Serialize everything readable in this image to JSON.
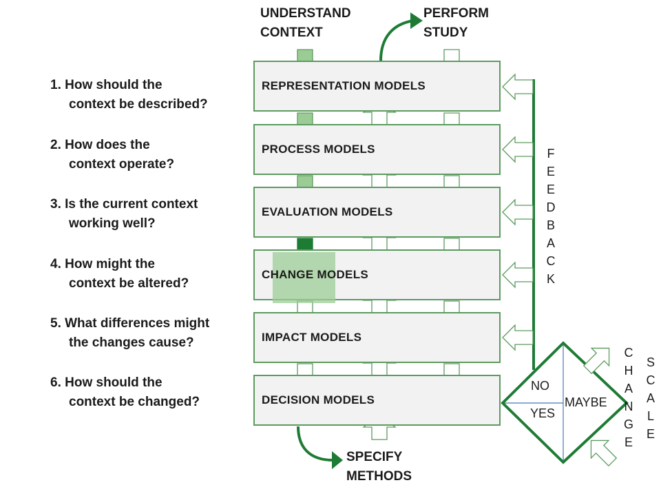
{
  "questions": [
    {
      "line1": "1. How should the",
      "line2": "context be described?"
    },
    {
      "line1": "2.  How does the",
      "line2": "context operate?"
    },
    {
      "line1": "3.  Is the current context",
      "line2": "working well?"
    },
    {
      "line1": "4.  How might the",
      "line2": "context be altered?"
    },
    {
      "line1": "5.  What differences might",
      "line2": "the changes cause?"
    },
    {
      "line1": "6.  How should the",
      "line2": "context be changed?"
    }
  ],
  "headers": {
    "understand": {
      "line1": "UNDERSTAND",
      "line2": "CONTEXT"
    },
    "perform": {
      "line1": "PERFORM",
      "line2": "STUDY"
    },
    "specify": {
      "line1": "SPECIFY",
      "line2": "METHODS"
    }
  },
  "models": [
    "REPRESENTATION  MODELS",
    "PROCESS  MODELS",
    "EVALUATION  MODELS",
    "CHANGE  MODELS",
    "IMPACT  MODELS",
    "DECISION  MODELS"
  ],
  "feedback_letters": [
    "F",
    "E",
    "E",
    "D",
    "B",
    "A",
    "C",
    "K"
  ],
  "decision": {
    "no": "NO",
    "yes": "YES",
    "maybe": "MAYBE"
  },
  "change_letters": [
    "C",
    "H",
    "A",
    "N",
    "G",
    "E"
  ],
  "scale_letters": [
    "S",
    "C",
    "A",
    "L",
    "E"
  ],
  "colors": {
    "green": "#1e7b34",
    "light_green": "#9ccc96",
    "outline_green": "#5b9a5e",
    "box_fill": "#f2f2f2",
    "blue_line": "#4a78b0"
  }
}
